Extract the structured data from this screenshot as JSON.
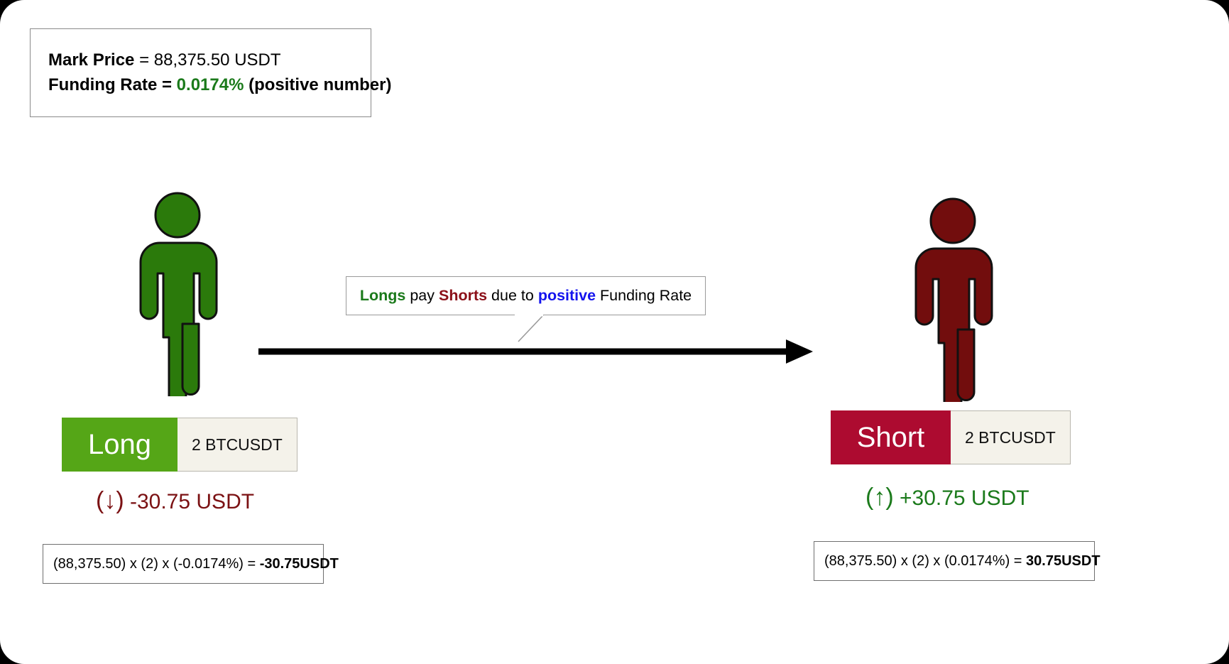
{
  "info": {
    "mark_price_label": "Mark Price",
    "mark_price_eq": " = 88,375.50 USDT",
    "funding_rate_label": "Funding Rate = ",
    "funding_rate_value": "0.0174%",
    "funding_rate_note": " (positive number)"
  },
  "callout": {
    "longs": "Longs",
    "mid1": " pay ",
    "shorts": "Shorts",
    "mid2": " due to ",
    "positive": "positive",
    "tail": " Funding Rate"
  },
  "long_side": {
    "figure_name": "long-trader-figure",
    "badge_side": "Long",
    "badge_qty": "2 BTCUSDT",
    "pnl_arrow": "(↓)",
    "pnl_value": " -30.75 USDT",
    "formula_main": "(88,375.50) x (2) x (-0.0174%) = ",
    "formula_result": "-30.75USDT"
  },
  "short_side": {
    "figure_name": "short-trader-figure",
    "badge_side": "Short",
    "badge_qty": "2 BTCUSDT",
    "pnl_arrow": "(↑)",
    "pnl_value": " +30.75 USDT",
    "formula_main": "(88,375.50) x (2) x (0.0174%) = ",
    "formula_result": "30.75USDT"
  },
  "colors": {
    "long_green": "#55a617",
    "figure_green": "#2b7a0b",
    "short_crimson": "#ad0b30",
    "figure_darkred": "#720d0d",
    "accent_blue": "#1414ee",
    "loss_red": "#7b1113",
    "gain_green": "#1b7a1b",
    "qty_bg": "#f4f2ea"
  }
}
